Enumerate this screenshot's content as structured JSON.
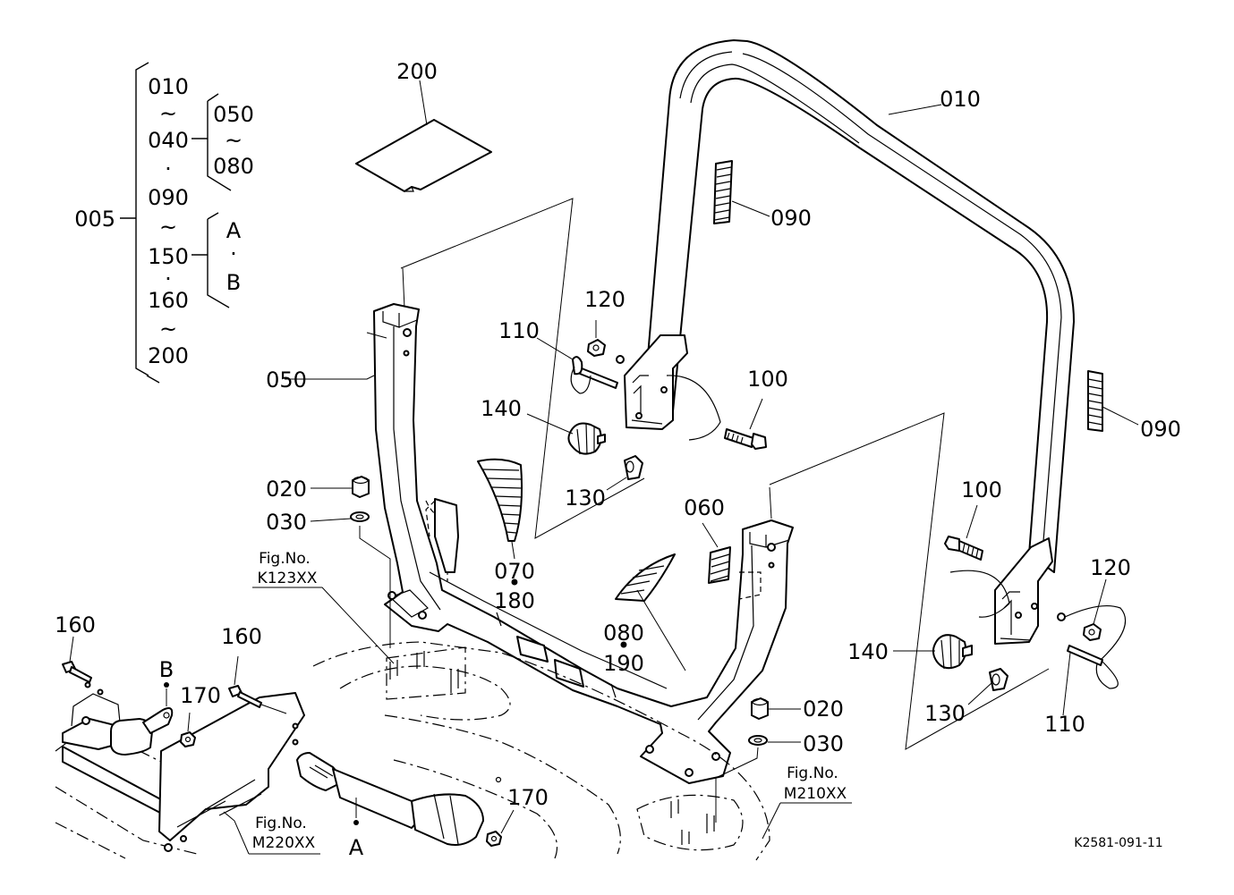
{
  "drawing_code": "K2581-091-11",
  "bracket_group": {
    "main_part": "005",
    "left_col": [
      "010",
      "~",
      "040",
      "·",
      "090",
      "~",
      "150",
      "·",
      "160",
      "~",
      "200"
    ],
    "sub_group_1": [
      "050",
      "~",
      "080"
    ],
    "sub_group_2": [
      "A",
      "·",
      "B"
    ]
  },
  "callouts": {
    "p200": "200",
    "p010": "010",
    "p090_top": "090",
    "p090_right": "090",
    "p120_top": "120",
    "p110_top": "110",
    "p100_top": "100",
    "p140_top": "140",
    "p130_top": "130",
    "p050": "050",
    "p020_left": "020",
    "p030_left": "030",
    "p070": "070",
    "p180": "180",
    "p060": "060",
    "p080": "080",
    "p190": "190",
    "p100_right": "100",
    "p120_right": "120",
    "p140_right": "140",
    "p130_right": "130",
    "p110_right": "110",
    "p020_right": "020",
    "p030_right": "030",
    "p160_left": "160",
    "p160_mid": "160",
    "pB": "B",
    "p170_left": "170",
    "p170_bottom": "170",
    "pA": "A"
  },
  "dots": [
    "•",
    "•"
  ],
  "figrefs": {
    "k123_title": "Fig.No.",
    "k123_code": "K123XX",
    "m220_title": "Fig.No.",
    "m220_code": "M220XX",
    "m210_title": "Fig.No.",
    "m210_code": "M210XX"
  }
}
